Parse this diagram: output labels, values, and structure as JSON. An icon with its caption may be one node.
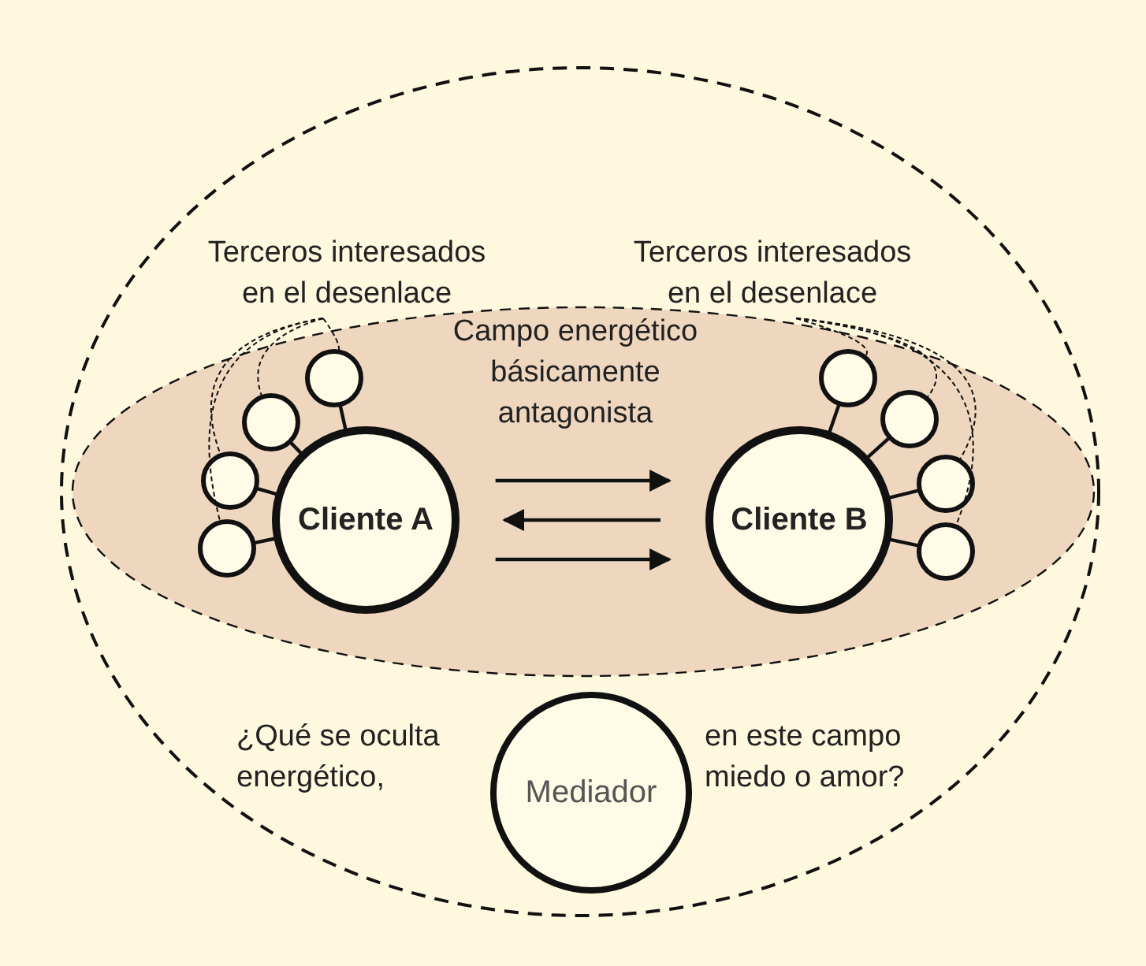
{
  "diagram": {
    "nodes": [
      {
        "text": [],
        "shape": "circle"
      },
      {
        "text": [
          "Campo energético básicamente antagonista"
        ],
        "in": 0
      },
      {
        "text": [
          "Terceros interesados en el desenlace"
        ],
        "in": 0
      },
      {
        "text": [
          "Terceros interesados en el desenlace"
        ],
        "in": 0
      },
      {
        "text": [
          "Cliente A"
        ],
        "in": 1
      },
      {
        "text": [
          "Cliente B"
        ],
        "in": 1
      },
      {
        "text": [],
        "shape": "circle",
        "in": 1
      },
      {
        "text": [],
        "shape": "circle",
        "in": 1
      },
      {
        "text": [],
        "shape": "circle",
        "in": 1
      },
      {
        "text": [],
        "shape": "circle",
        "in": 1
      },
      {
        "text": [],
        "shape": "circle",
        "in": 1
      },
      {
        "text": [],
        "shape": "circle",
        "in": 1
      },
      {
        "text": [],
        "shape": "circle",
        "in": 1
      },
      {
        "text": [],
        "shape": "circle",
        "in": 1
      },
      {
        "text": [
          "Mediador"
        ],
        "in": 0,
        "beside": [
          "¿Qué se oculta energético,",
          "en este campo miedo o amor?"
        ]
      }
    ],
    "edges": [
      {
        "from": 4,
        "to": 5,
        "arrow": "to"
      },
      {
        "from": 5,
        "to": 4,
        "arrow": "to"
      },
      {
        "from": 4,
        "to": 5,
        "arrow": "to"
      },
      {
        "from": 4,
        "to": 6,
        "arrow": "none"
      },
      {
        "from": 4,
        "to": 7,
        "arrow": "none"
      },
      {
        "from": 4,
        "to": 8,
        "arrow": "none"
      },
      {
        "from": 4,
        "to": 9,
        "arrow": "none"
      },
      {
        "from": 5,
        "to": 10,
        "arrow": "none"
      },
      {
        "from": 5,
        "to": 11,
        "arrow": "none"
      },
      {
        "from": 5,
        "to": 12,
        "arrow": "none"
      },
      {
        "from": 5,
        "to": 13,
        "arrow": "none"
      },
      {
        "from": 2,
        "to": 6,
        "arrow": "none",
        "style": "dashed"
      },
      {
        "from": 2,
        "to": 7,
        "arrow": "none",
        "style": "dashed"
      },
      {
        "from": 2,
        "to": 8,
        "arrow": "none",
        "style": "dashed"
      },
      {
        "from": 2,
        "to": 9,
        "arrow": "none",
        "style": "dashed"
      },
      {
        "from": 3,
        "to": 10,
        "arrow": "none",
        "style": "dashed"
      },
      {
        "from": 3,
        "to": 11,
        "arrow": "none",
        "style": "dashed"
      },
      {
        "from": 3,
        "to": 12,
        "arrow": "none",
        "style": "dashed"
      },
      {
        "from": 3,
        "to": 13,
        "arrow": "none",
        "style": "dashed"
      }
    ]
  }
}
